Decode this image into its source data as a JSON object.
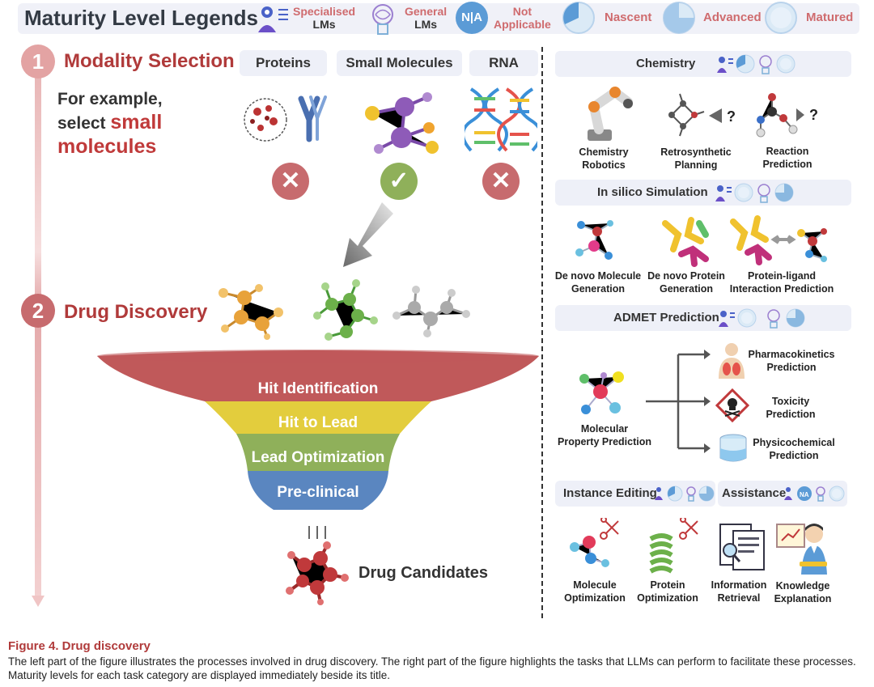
{
  "legend": {
    "title": "Maturity Level Legends",
    "specialised_l1": "Specialised",
    "specialised_l2": "LMs",
    "general_l1": "General",
    "general_l2": "LMs",
    "na_icon": "N|A",
    "na_l1": "Not",
    "na_l2": "Applicable",
    "nascent": "Nascent",
    "advanced": "Advanced",
    "matured": "Matured"
  },
  "left": {
    "step1_num": "1",
    "step1_title": "Modality Selection",
    "modalities": [
      "Proteins",
      "Small Molecules",
      "RNA"
    ],
    "example_l1": "For example,",
    "example_l2a": "select ",
    "example_l2b": "small",
    "example_l3": "molecules",
    "step2_num": "2",
    "step2_title": "Drug Discovery",
    "funnel": [
      "Hit Identification",
      "Hit to Lead",
      "Lead Optimization",
      "Pre-clinical"
    ],
    "funnel_colors": [
      "#c0595a",
      "#e3cd3d",
      "#8fb05a",
      "#5a86c0"
    ],
    "candidates": "Drug Candidates"
  },
  "right": {
    "chemistry": {
      "title": "Chemistry",
      "tasks": [
        {
          "l1": "Chemistry",
          "l2": "Robotics"
        },
        {
          "l1": "Retrosynthetic",
          "l2": "Planning"
        },
        {
          "l1": "Reaction",
          "l2": "Prediction"
        }
      ]
    },
    "insilico": {
      "title": "In silico Simulation",
      "tasks": [
        {
          "l1": "De novo Molecule",
          "l2": "Generation"
        },
        {
          "l1": "De novo Protein",
          "l2": "Generation"
        },
        {
          "l1": "Protein-ligand",
          "l2": "Interaction Prediction"
        }
      ]
    },
    "admet": {
      "title": "ADMET Prediction",
      "source": {
        "l1": "Molecular",
        "l2": "Property Prediction"
      },
      "tasks": [
        {
          "l1": "Pharmacokinetics",
          "l2": "Prediction"
        },
        {
          "l1": "Toxicity",
          "l2": "Prediction"
        },
        {
          "l1": "Physicochemical",
          "l2": "Prediction"
        }
      ]
    },
    "instance": {
      "title": "Instance Editing",
      "tasks": [
        {
          "l1": "Molecule",
          "l2": "Optimization"
        },
        {
          "l1": "Protein",
          "l2": "Optimization"
        }
      ]
    },
    "assistance": {
      "title": "Assistance",
      "tasks": [
        {
          "l1": "Information",
          "l2": "Retrieval"
        },
        {
          "l1": "Knowledge",
          "l2": "Explanation"
        }
      ]
    }
  },
  "caption": {
    "title": "Figure 4.  Drug discovery",
    "text": "The left part of the figure illustrates the processes involved in drug discovery. The right part of the figure highlights the tasks that LLMs can perform to facilitate these processes. Maturity levels for each task category are displayed immediately beside its title."
  }
}
